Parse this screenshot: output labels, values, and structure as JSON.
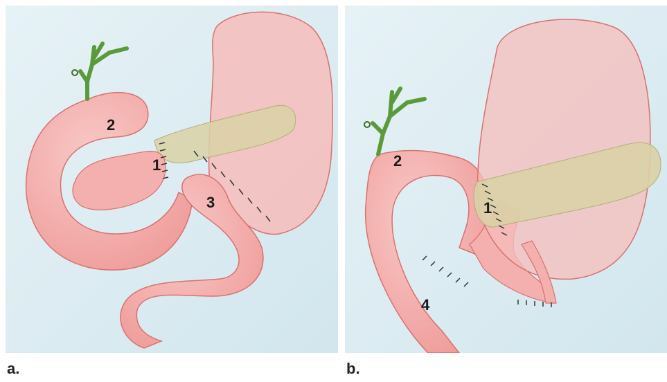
{
  "panels": [
    {
      "caption": "a.",
      "labels": {
        "one": "1",
        "two": "2",
        "three": "3"
      }
    },
    {
      "caption": "b.",
      "labels": {
        "one": "1",
        "two": "2",
        "four": "4"
      }
    }
  ],
  "colors": {
    "background": "#dcecf2",
    "intestine": "#f2a9a8",
    "intestine_edge": "#d8716f",
    "stomach": "#f6bdbb",
    "pancreas": "#d9d2a6",
    "bile_duct": "#5a9a3a",
    "suture": "#333333"
  },
  "icons": [
    "bile-duct-icon"
  ]
}
